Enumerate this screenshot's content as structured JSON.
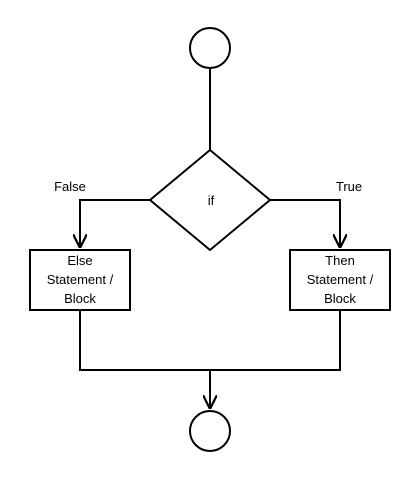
{
  "diagram": {
    "decision_label": "if",
    "false_branch_label": "False",
    "true_branch_label": "True",
    "else_block": {
      "line1": "Else",
      "line2": "Statement /",
      "line3": "Block"
    },
    "then_block": {
      "line1": "Then",
      "line2": "Statement /",
      "line3": "Block"
    }
  }
}
